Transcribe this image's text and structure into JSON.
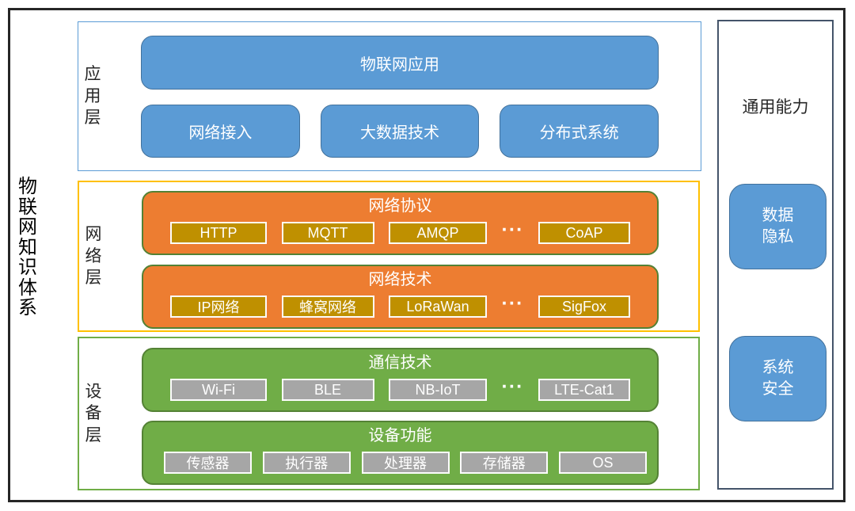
{
  "diagram": {
    "title": "物联网知识体系"
  },
  "layers": [
    {
      "label": "应用层",
      "main_box": "物联网应用",
      "boxes": [
        "网络接入",
        "大数据技术",
        "分布式系统"
      ]
    },
    {
      "label": "网络层",
      "groups": [
        {
          "title": "网络协议",
          "chips": [
            "HTTP",
            "MQTT",
            "AMQP"
          ],
          "dots": "···",
          "last_chip": "CoAP"
        },
        {
          "title": "网络技术",
          "chips": [
            "IP网络",
            "蜂窝网络",
            "LoRaWan"
          ],
          "dots": "···",
          "last_chip": "SigFox"
        }
      ]
    },
    {
      "label": "设备层",
      "groups": [
        {
          "title": "通信技术",
          "chips": [
            "Wi-Fi",
            "BLE",
            "NB-IoT"
          ],
          "dots": "···",
          "last_chip": "LTE-Cat1"
        },
        {
          "title": "设备功能",
          "chips": [
            "传感器",
            "执行器",
            "处理器",
            "存储器",
            "OS"
          ]
        }
      ]
    }
  ],
  "side_panel": {
    "title": "通用能力",
    "items": [
      "数据隐私",
      "系统安全"
    ]
  },
  "colors": {
    "blue_fill": "#5B9BD5",
    "blue_outline": "#41719C",
    "orange_fill": "#ED7D31",
    "orange_outline": "#538135",
    "gold_chip": "#BF9000",
    "green_fill": "#70AD47",
    "gray_chip": "#A6A6A6",
    "section_app_border": "#5B9BD5",
    "section_net_border": "#FFC000",
    "section_dev_border": "#70AD47",
    "panel_border": "#44546A",
    "frame_border": "#262626"
  }
}
